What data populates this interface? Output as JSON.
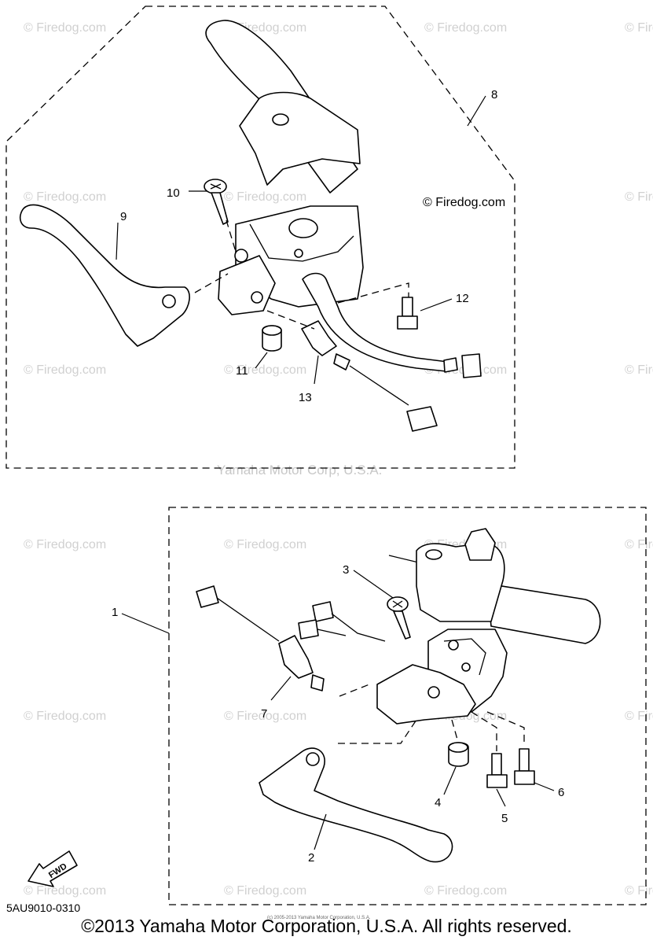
{
  "watermark": {
    "text": "© Firedog.com",
    "prominent_text": "© Firedog.com"
  },
  "ghost_text": "Yamaha Motor Corp, U.S.A.",
  "callouts": {
    "c1": "1",
    "c2": "2",
    "c3": "3",
    "c4": "4",
    "c5": "5",
    "c6": "6",
    "c7": "7",
    "c8": "8",
    "c9": "9",
    "c10": "10",
    "c11": "11",
    "c12": "12",
    "c13": "13"
  },
  "fwd_label": "FWD",
  "diagram_code": "5AU9010-0310",
  "copyright": "©2013 Yamaha Motor Corporation, U.S.A. All rights reserved.",
  "tiny_text": "(c) 2005-2013 Yamaha Motor Corporation, U.S.A."
}
